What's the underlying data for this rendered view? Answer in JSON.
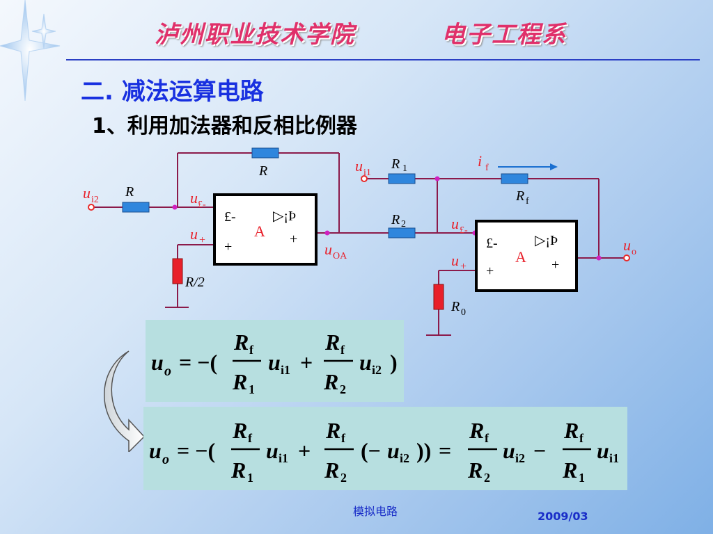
{
  "header": {
    "institution": "泸州职业技术学院",
    "department": "电子工程系"
  },
  "section_heading": "二. 减法运算电路",
  "subsection_heading": "1、利用加法器和反相比例器",
  "circuit": {
    "left": {
      "r_top": "R",
      "r_in": "R",
      "r_bottom": "R/2",
      "input_u": "u",
      "input_sub": "i2",
      "minus_u": "u",
      "minus_sub": "£-",
      "plus_u": "u",
      "plus_sub": "+",
      "out_u": "u",
      "out_sub": "OA",
      "opamp_neg": "£-",
      "opamp_pos": "+",
      "opamp_sym": "▷¡Þ",
      "opamp_out": "+",
      "opamp_name": "A"
    },
    "right": {
      "input_u": "u",
      "input_sub": "i1",
      "r1": "R",
      "r1_sub": "1",
      "r2": "R",
      "r2_sub": "2",
      "rf": "R",
      "rf_sub": "f",
      "r0": "R",
      "r0_sub": "0",
      "current_i": "i",
      "current_sub": "f",
      "minus_u": "u",
      "minus_sub": "£-",
      "plus_u": "u",
      "plus_sub": "+",
      "out_u": "u",
      "out_sub": "o",
      "opamp_neg": "£-",
      "opamp_pos": "+",
      "opamp_sym": "▷¡Þ",
      "opamp_out": "+",
      "opamp_name": "A"
    }
  },
  "formula1": {
    "lhs": "u",
    "lhs_sub": "o",
    "eq": "= −(",
    "r": "R",
    "f": "f",
    "one": "1",
    "two": "2",
    "u": "u",
    "i1": "i1",
    "i2": "i2",
    "plus": "+",
    "close": ")"
  },
  "formula2": {
    "lhs": "u",
    "lhs_sub": "o",
    "eq": "= −(",
    "r": "R",
    "f": "f",
    "one": "1",
    "two": "2",
    "u": "u",
    "i1": "i1",
    "i2": "i2",
    "plus": "+",
    "neg_open": "(−",
    "close2": "))",
    "eq2": "=",
    "minus": "−"
  },
  "footer": {
    "course": "模拟电路",
    "date": "2009/03"
  },
  "colors": {
    "title_pink": "#e0306a",
    "heading_blue": "#1830e0",
    "wire": "#8b1a4a",
    "resistor_blue": "#2f86dd",
    "resistor_red": "#e8202a",
    "node_magenta": "#d020c0",
    "formula_bg": "#b7dfe0"
  }
}
